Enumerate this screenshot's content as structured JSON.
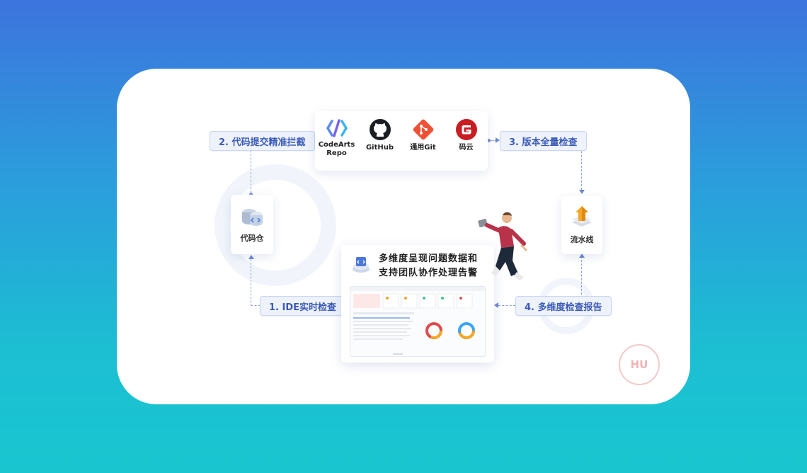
{
  "steps": {
    "step1": "1. IDE实时检查",
    "step2": "2. 代码提交精准拦截",
    "step3": "3. 版本全量检查",
    "step4": "4. 多维度检查报告"
  },
  "repos": [
    {
      "name": "CodeArts\nRepo",
      "icon": "codearts-icon"
    },
    {
      "name": "GitHub",
      "icon": "github-icon"
    },
    {
      "name": "通用Git",
      "icon": "git-icon"
    },
    {
      "name": "码云",
      "icon": "gitee-icon"
    }
  ],
  "nodes": {
    "repo_store": "代码仓",
    "pipeline": "流水线"
  },
  "dashboard": {
    "title_line1": "多维度呈现问题数据和",
    "title_line2": "支持团队协作处理告警"
  },
  "watermark": "HU",
  "colors": {
    "bg_top": "#3d74dd",
    "bg_bottom": "#19c6d0",
    "tag_text": "#3b5bb7",
    "tag_bg": "#eef2fb"
  }
}
